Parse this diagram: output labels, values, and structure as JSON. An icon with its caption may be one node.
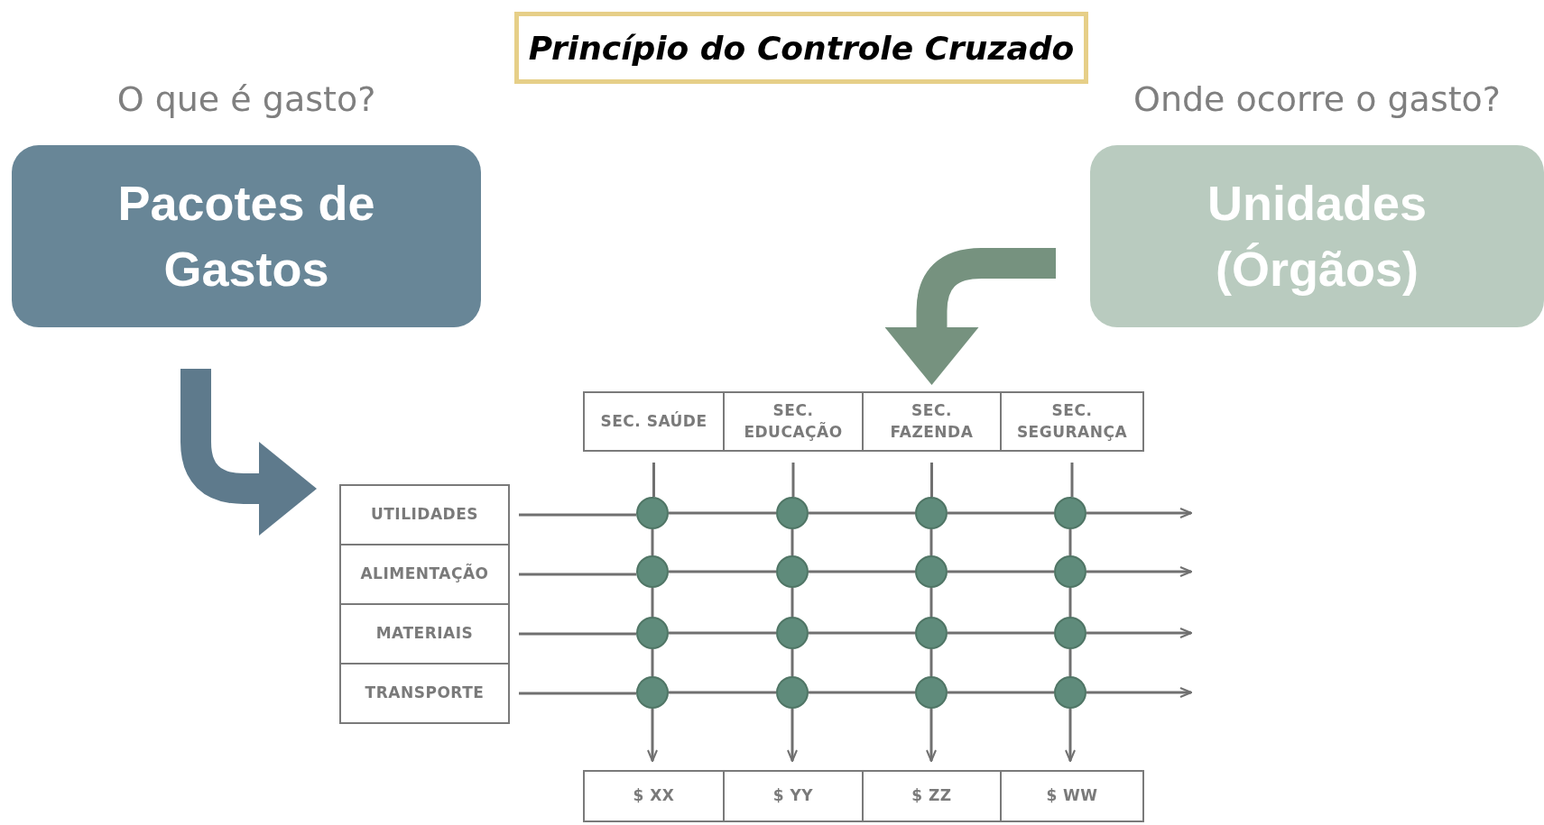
{
  "diagram": {
    "title": "Princípio do Controle Cruzado",
    "nodes": [
      {
        "text": [
          "Pacotes de Gastos"
        ],
        "beside": [
          "O que é gasto?"
        ]
      },
      {
        "text": [
          "Unidades (Órgãos)"
        ],
        "beside": [
          "Onde ocorre o gasto?"
        ]
      },
      {
        "text": [
          "SEC. SAÚDE"
        ]
      },
      {
        "text": [
          "SEC. EDUCAÇÃO"
        ]
      },
      {
        "text": [
          "SEC. FAZENDA"
        ]
      },
      {
        "text": [
          "SEC. SEGURANÇA"
        ]
      },
      {
        "text": [
          "UTILIDADES"
        ]
      },
      {
        "text": [
          "ALIMENTAÇÃO"
        ]
      },
      {
        "text": [
          "MATERIAIS"
        ]
      },
      {
        "text": [
          "TRANSPORTE"
        ]
      },
      {
        "text": [],
        "shape": "circle"
      },
      {
        "text": [],
        "shape": "circle"
      },
      {
        "text": [],
        "shape": "circle"
      },
      {
        "text": [],
        "shape": "circle"
      },
      {
        "text": [],
        "shape": "circle"
      },
      {
        "text": [],
        "shape": "circle"
      },
      {
        "text": [],
        "shape": "circle"
      },
      {
        "text": [],
        "shape": "circle"
      },
      {
        "text": [],
        "shape": "circle"
      },
      {
        "text": [],
        "shape": "circle"
      },
      {
        "text": [],
        "shape": "circle"
      },
      {
        "text": [],
        "shape": "circle"
      },
      {
        "text": [],
        "shape": "circle"
      },
      {
        "text": [],
        "shape": "circle"
      },
      {
        "text": [],
        "shape": "circle"
      },
      {
        "text": [],
        "shape": "circle"
      },
      {
        "text": [
          "$ XX"
        ]
      },
      {
        "text": [
          "$ YY"
        ]
      },
      {
        "text": [
          "$ ZZ"
        ]
      },
      {
        "text": [
          "$ WW"
        ]
      }
    ],
    "edges": [
      {
        "from": 6,
        "to": 10,
        "arrow": "none"
      },
      {
        "from": 10,
        "to": 11,
        "arrow": "none"
      },
      {
        "from": 11,
        "to": 12,
        "arrow": "none"
      },
      {
        "from": 12,
        "to": 13,
        "arrow": "none"
      },
      {
        "from": 13,
        "to": null,
        "arrow": "to"
      },
      {
        "from": 7,
        "to": 14,
        "arrow": "none"
      },
      {
        "from": 14,
        "to": 15,
        "arrow": "none"
      },
      {
        "from": 15,
        "to": 16,
        "arrow": "none"
      },
      {
        "from": 16,
        "to": 17,
        "arrow": "none"
      },
      {
        "from": 17,
        "to": null,
        "arrow": "to"
      },
      {
        "from": 8,
        "to": 18,
        "arrow": "none"
      },
      {
        "from": 18,
        "to": 19,
        "arrow": "none"
      },
      {
        "from": 19,
        "to": 20,
        "arrow": "none"
      },
      {
        "from": 20,
        "to": 21,
        "arrow": "none"
      },
      {
        "from": 21,
        "to": null,
        "arrow": "to"
      },
      {
        "from": 9,
        "to": 22,
        "arrow": "none"
      },
      {
        "from": 22,
        "to": 23,
        "arrow": "none"
      },
      {
        "from": 23,
        "to": 24,
        "arrow": "none"
      },
      {
        "from": 24,
        "to": 25,
        "arrow": "none"
      },
      {
        "from": 25,
        "to": null,
        "arrow": "to"
      },
      {
        "from": 2,
        "to": 10,
        "arrow": "none"
      },
      {
        "from": 10,
        "to": 14,
        "arrow": "none"
      },
      {
        "from": 14,
        "to": 18,
        "arrow": "none"
      },
      {
        "from": 18,
        "to": 22,
        "arrow": "none"
      },
      {
        "from": 22,
        "to": 26,
        "arrow": "to"
      },
      {
        "from": 3,
        "to": 11,
        "arrow": "none"
      },
      {
        "from": 11,
        "to": 15,
        "arrow": "none"
      },
      {
        "from": 15,
        "to": 19,
        "arrow": "none"
      },
      {
        "from": 19,
        "to": 23,
        "arrow": "none"
      },
      {
        "from": 23,
        "to": 27,
        "arrow": "to"
      },
      {
        "from": 4,
        "to": 12,
        "arrow": "none"
      },
      {
        "from": 12,
        "to": 16,
        "arrow": "none"
      },
      {
        "from": 16,
        "to": 20,
        "arrow": "none"
      },
      {
        "from": 20,
        "to": 24,
        "arrow": "none"
      },
      {
        "from": 24,
        "to": 28,
        "arrow": "to"
      },
      {
        "from": 5,
        "to": 13,
        "arrow": "none"
      },
      {
        "from": 13,
        "to": 17,
        "arrow": "none"
      },
      {
        "from": 17,
        "to": 21,
        "arrow": "none"
      },
      {
        "from": 21,
        "to": 25,
        "arrow": "none"
      },
      {
        "from": 25,
        "to": 29,
        "arrow": "to"
      },
      {
        "from": 0,
        "to": 6,
        "arrow": "to",
        "style": "thick",
        "color": "#5e7a8c"
      },
      {
        "from": 1,
        "to": 4,
        "arrow": "to",
        "style": "thick",
        "color": "#76927f"
      }
    ]
  }
}
